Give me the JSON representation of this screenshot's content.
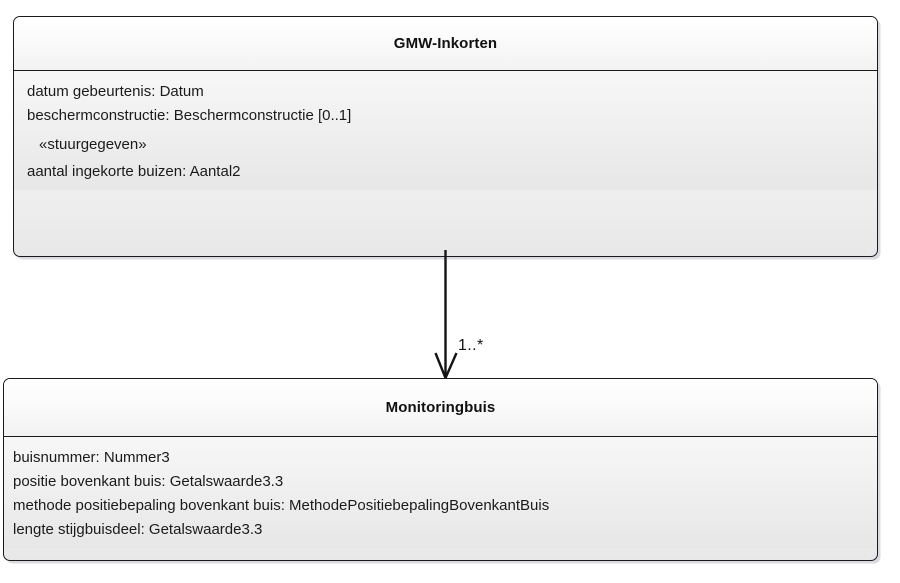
{
  "diagram": {
    "type": "uml-class-diagram",
    "background_color": "#ffffff",
    "border_color": "#1a1a1a",
    "text_color": "#1b1b1b",
    "classes": [
      {
        "name": "GMW-Inkorten",
        "attributes": [
          "datum gebeurtenis: Datum",
          "beschermconstructie: Beschermconstructie [0..1]",
          "«stuurgegeven»",
          "aantal ingekorte buizen: Aantal2"
        ]
      },
      {
        "name": "Monitoringbuis",
        "attributes": [
          "buisnummer: Nummer3",
          "positie bovenkant buis: Getalswaarde3.3",
          "methode positiebepaling bovenkant buis: MethodePositiebepalingBovenkantBuis",
          "lengte stijgbuisdeel: Getalswaarde3.3"
        ]
      }
    ],
    "association": {
      "from": "GMW-Inkorten",
      "to": "Monitoringbuis",
      "multiplicity": "1..*",
      "arrow_style": "open-arrowhead",
      "line_color": "#141414"
    }
  }
}
